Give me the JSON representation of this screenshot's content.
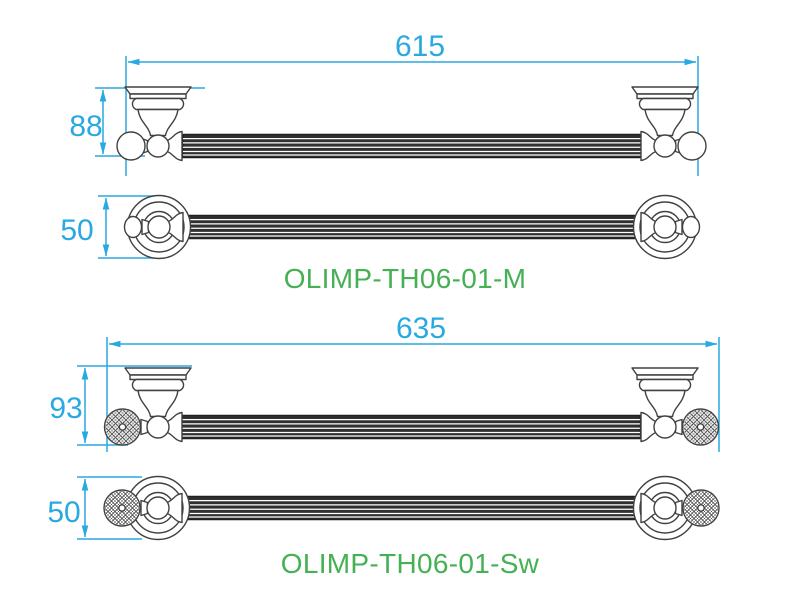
{
  "colors": {
    "dimension_blue": "#29A9E1",
    "product_green": "#45B054",
    "drawing_gray": "#414141"
  },
  "products": [
    {
      "code": "OLIMP-TH06-01-M",
      "length_mm": "615",
      "height_mm": "88",
      "depth_mm": "50",
      "finial": "plain-ball"
    },
    {
      "code": "OLIMP-TH06-01-Sw",
      "length_mm": "635",
      "height_mm": "93",
      "depth_mm": "50",
      "finial": "crystal-ball"
    }
  ]
}
